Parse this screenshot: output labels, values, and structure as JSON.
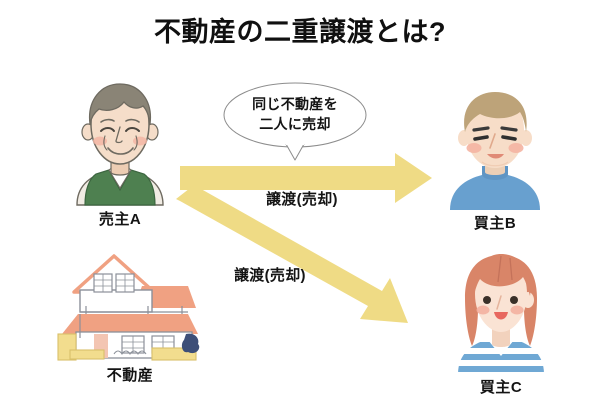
{
  "page": {
    "title": "不動産の二重譲渡とは?",
    "background_color": "#ffffff"
  },
  "bubble": {
    "line1": "同じ不動産を",
    "line2": "二人に売却",
    "text": "同じ不動産を\n二人に売却",
    "stroke_color": "#8c8c8c",
    "fill_color": "#ffffff"
  },
  "arrows": [
    {
      "id": "arrow-to-buyer-b",
      "label": "譲渡(売却)",
      "direction": "horizontal-right",
      "color": "#efdb85",
      "from": "売主A",
      "to": "買主B"
    },
    {
      "id": "arrow-to-buyer-c",
      "label": "譲渡(売却)",
      "direction": "diagonal-down-right",
      "color": "#efdb85",
      "from": "売主A",
      "to": "買主C"
    }
  ],
  "figures": {
    "seller_a": {
      "label": "売主A",
      "role": "seller",
      "colors": {
        "skin": "#f5ddc9",
        "hair": "#8a8476",
        "vest": "#4e8050",
        "shirt": "#ffffff",
        "cheek": "#f3b6a4",
        "outline": "#6e6a60"
      }
    },
    "buyer_b": {
      "label": "買主B",
      "role": "buyer",
      "colors": {
        "skin": "#f7ddc8",
        "hair": "#bda379",
        "sweater": "#68a0cf",
        "cheek": "#f4b4a2",
        "outline": "#3a3a3a"
      }
    },
    "buyer_c": {
      "label": "買主C",
      "role": "buyer",
      "colors": {
        "skin": "#fae3d4",
        "hair": "#d98568",
        "shirt_stripe": "#6fa8d4",
        "shirt_base": "#ffffff",
        "cheek": "#f3b0a0",
        "mouth": "#e8685f"
      }
    },
    "property": {
      "label": "不動産",
      "role": "real-estate",
      "colors": {
        "roof": "#f0a182",
        "wall": "#ffffff",
        "wall_outline": "#8b9099",
        "fence": "#f2dd8e",
        "bush": "#3d4f78",
        "door": "#f3c5b2"
      }
    }
  }
}
